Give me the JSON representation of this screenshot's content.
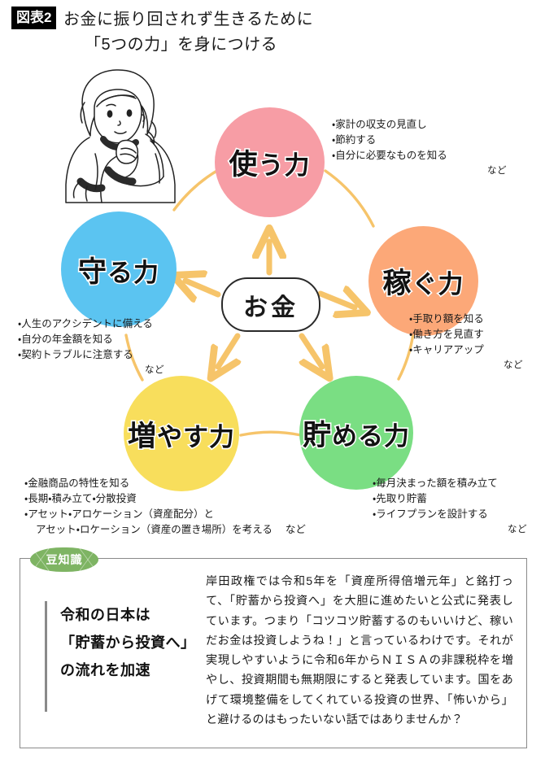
{
  "title": {
    "figure_tag": "図表2",
    "line1": "お金に振り回されず生きるために",
    "line2": "「5つの力」を身につける"
  },
  "center": {
    "label": "お金"
  },
  "circles": {
    "use": {
      "label_kanji": "使",
      "label_rest": "う力",
      "color": "#F79DA5"
    },
    "earn": {
      "label_kanji": "稼",
      "label_rest": "ぐ力",
      "color": "#FCA878"
    },
    "guard": {
      "label_kanji": "守",
      "label_rest": "る力",
      "color": "#5BC4F1"
    },
    "grow": {
      "label_kanji": "増",
      "label_rest": "やす力",
      "color": "#F8DE5C"
    },
    "save": {
      "label_kanji": "貯",
      "label_rest": "める力",
      "color": "#7ADE83"
    }
  },
  "lists": {
    "use": {
      "items": [
        "・家計の収支の見直し",
        "・節約する",
        "・自分に必要なものを知る"
      ],
      "suffix": "など"
    },
    "earn": {
      "items": [
        "・手取り額を知る",
        "・働き方を見直す",
        "・キャリアアップ"
      ],
      "suffix": "など"
    },
    "guard": {
      "items": [
        "・人生のアクシデントに備える",
        "・自分の年金額を知る",
        "・契約トラブルに注意する"
      ],
      "suffix": "など"
    },
    "grow": {
      "items": [
        "・金融商品の特性を知る",
        "・長期・積み立て・分散投資",
        "・アセット・アロケーション（資産配分）と"
      ],
      "item4": "アセット・ロケーション（資産の置き場所）を考える",
      "suffix": "など"
    },
    "save": {
      "items": [
        "・毎月決まった額を積み立て",
        "・先取り貯蓄",
        "・ライフプランを設計する"
      ],
      "suffix": "など"
    }
  },
  "tips": {
    "badge": "豆知識",
    "headline_lines": [
      "令和の日本は",
      "「貯蓄から投資へ」",
      "の流れを加速"
    ],
    "body": "岸田政権では令和5年を「資産所得倍増元年」と銘打って、「貯蓄から投資へ」を大胆に進めたいと公式に発表しています。つまり「コツコツ貯蓄するのもいいけど、稼いだお金は投資しようね！」と言っているわけです。それが実現しやすいように令和6年からＮＩＳＡの非課税枠を増やし、投資期間も無期限にすると発表しています。国をあげて環境整備をしてくれている投資の世界、「怖いから」と避けるのはもったいない話ではありませんか？"
  },
  "colors": {
    "arrow": "#F6C46A",
    "ring": "#F6C46A",
    "badge_green": "#7EB463",
    "border_gray": "#8a8a8a"
  }
}
